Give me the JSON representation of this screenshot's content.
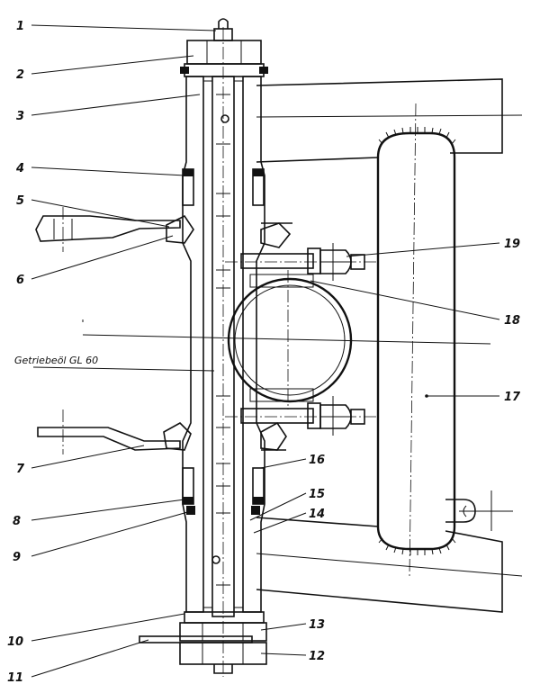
{
  "labels": {
    "n1": "1",
    "n2": "2",
    "n3": "3",
    "n4": "4",
    "n5": "5",
    "n6": "6",
    "n7": "7",
    "n8": "8",
    "n9": "9",
    "n10": "10",
    "n11": "11",
    "n12": "12",
    "n13": "13",
    "n14": "14",
    "n15": "15",
    "n16": "16",
    "n17": "17",
    "n18": "18",
    "n19": "19",
    "oil": "Getriebeöl GL 60"
  }
}
